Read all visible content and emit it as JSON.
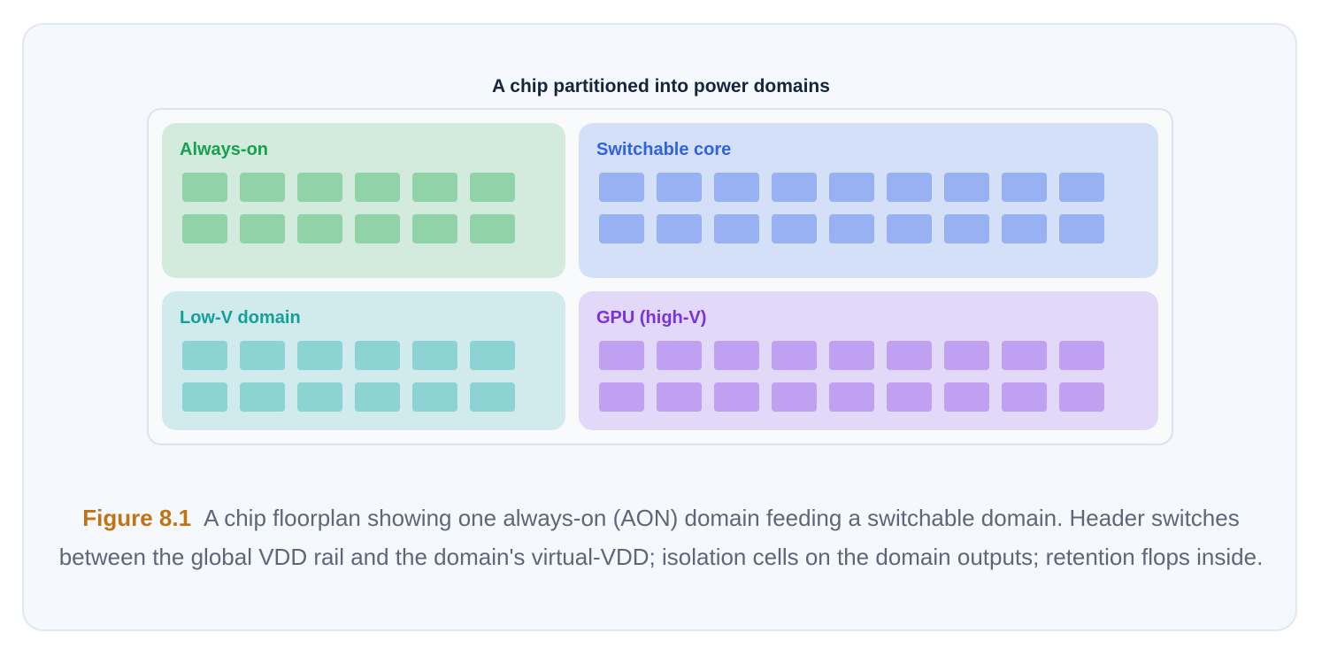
{
  "figure": {
    "title": "A chip partitioned into power domains",
    "caption_label": "Figure 8.1",
    "caption_text": "A chip floorplan showing one always-on (AON) domain feeding a switchable domain. Header switches between the global VDD rail and the domain's virtual-VDD; isolation cells on the domain outputs; retention flops inside."
  },
  "domains": [
    {
      "key": "aon",
      "label": "Always-on",
      "rows": 2,
      "cols": 6,
      "bg": "#d2ebdd",
      "label_color": "#17a050",
      "cell_color": "#90d3a8"
    },
    {
      "key": "sw",
      "label": "Switchable core",
      "rows": 2,
      "cols": 9,
      "bg": "#d4dff8",
      "label_color": "#2f63e0",
      "cell_color": "#97b1f3"
    },
    {
      "key": "lowv",
      "label": "Low-V domain",
      "rows": 2,
      "cols": 6,
      "bg": "#d1eaeb",
      "label_color": "#11a09b",
      "cell_color": "#8cd4d3"
    },
    {
      "key": "gpu",
      "label": "GPU (high-V)",
      "rows": 2,
      "cols": 9,
      "bg": "#e2d8f7",
      "label_color": "#7b32d9",
      "cell_color": "#c0a0f1"
    }
  ]
}
